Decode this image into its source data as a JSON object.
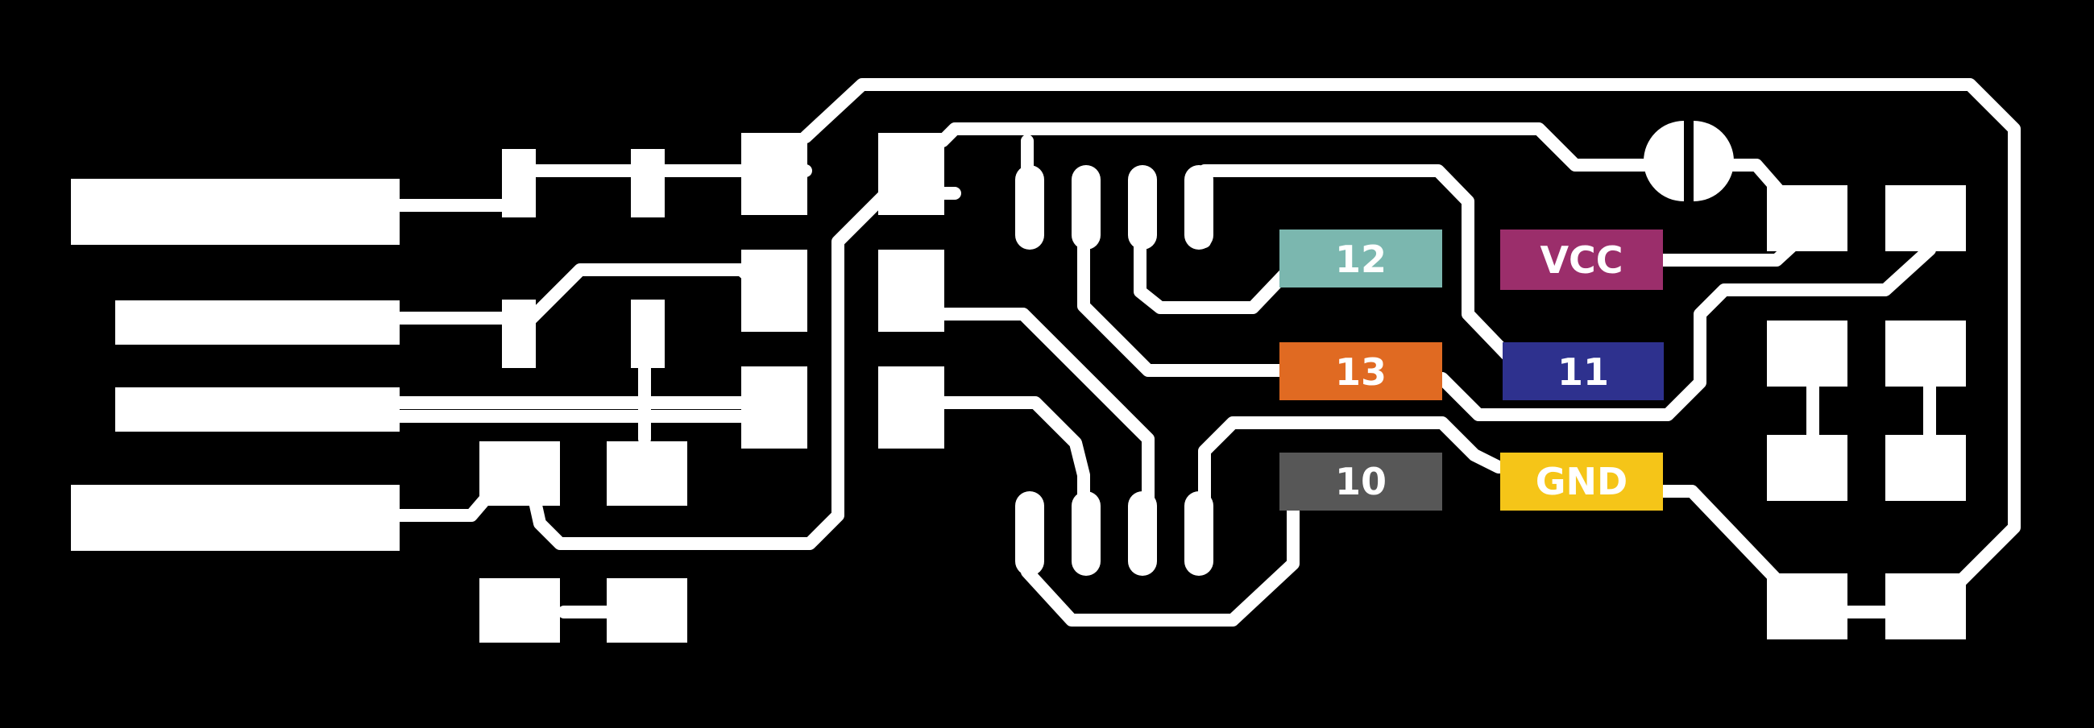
{
  "colors": {
    "background": "#000000",
    "copper": "#ffffff"
  },
  "pin_labels": {
    "pin12": {
      "text": "12",
      "color": "#7bb7af"
    },
    "vcc": {
      "text": "VCC",
      "color": "#9b2e6b"
    },
    "pin13": {
      "text": "13",
      "color": "#e06a22"
    },
    "pin11": {
      "text": "11",
      "color": "#2e318e"
    },
    "pin10": {
      "text": "10",
      "color": "#575757"
    },
    "gnd": {
      "text": "GND",
      "color": "#f5c518"
    }
  }
}
